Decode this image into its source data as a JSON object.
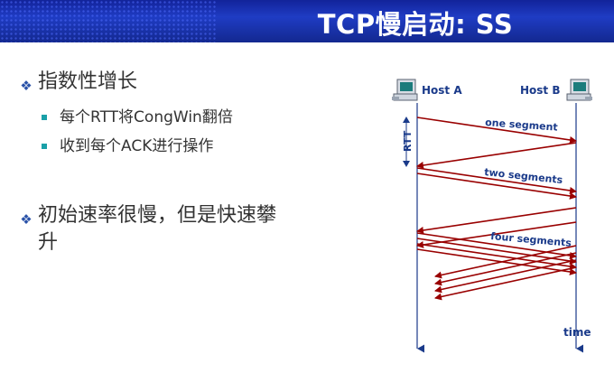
{
  "slide": {
    "title": "TCP慢启动: SS"
  },
  "bullets": {
    "b1": {
      "text": "指数性增长",
      "sub": [
        "每个RTT将CongWin翻倍",
        "收到每个ACK进行操作"
      ]
    },
    "b2": {
      "line1": "初始速率很慢，但是快速攀",
      "line2": "升"
    }
  },
  "diagram": {
    "host_a": "Host A",
    "host_b": "Host B",
    "rtt_label": "RTT",
    "time_label": "time",
    "labels": {
      "one": "one segment",
      "two": "two segments",
      "four": "four segments"
    }
  },
  "colors": {
    "arrow": "#990000",
    "timeline": "#1a3a8a",
    "header": "#1f3cc4",
    "bullet_mark": "#2a52a8",
    "sub_mark": "#1aa0a8"
  }
}
